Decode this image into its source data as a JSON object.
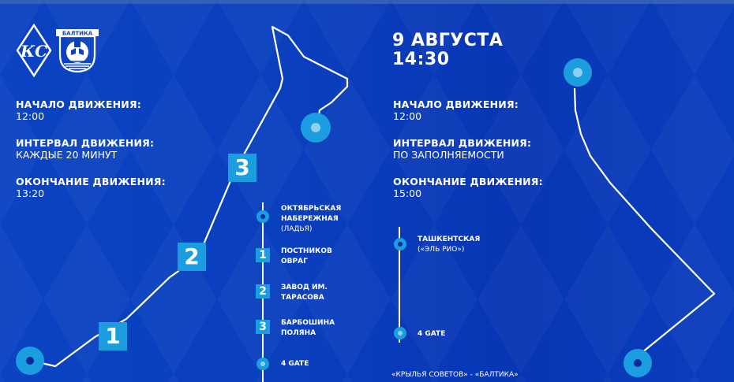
{
  "colors": {
    "background": "#0a3fbe",
    "accent": "#1a9ee0",
    "dot_light": "#8fd0ef",
    "dot_dark": "#0a2a9a",
    "text": "#ffffff"
  },
  "logos": {
    "home_team_icon": "krylia-sovetov-logo",
    "away_team_icon": "baltika-logo",
    "away_team_badge_text": "БАЛТИКА"
  },
  "left_schedule": {
    "start_label": "НАЧАЛО ДВИЖЕНИЯ:",
    "start_value": "12:00",
    "interval_label": "ИНТЕРВАЛ ДВИЖЕНИЯ:",
    "interval_value": "КАЖДЫЕ 20 МИНУТ",
    "end_label": "ОКОНЧАНИЕ ДВИЖЕНИЯ:",
    "end_value": "13:20"
  },
  "match": {
    "date": "9 АВГУСТА",
    "time": "14:30",
    "title": "«КРЫЛЬЯ СОВЕТОВ» - «БАЛТИКА»"
  },
  "right_schedule": {
    "start_label": "НАЧАЛО ДВИЖЕНИЯ:",
    "start_value": "12:00",
    "interval_label": "ИНТЕРВАЛ ДВИЖЕНИЯ:",
    "interval_value": "ПО ЗАПОЛНЯЕМОСТИ",
    "end_label": "ОКОНЧАНИЕ ДВИЖЕНИЯ:",
    "end_value": "15:00"
  },
  "route_map_left": {
    "badges": [
      "1",
      "2",
      "3"
    ]
  },
  "left_route_stops": [
    {
      "marker": "start-dot",
      "name_line1": "ОКТЯБРЬСКАЯ",
      "name_line2": "НАБЕРЕЖНАЯ",
      "sub": "(ЛАДЬЯ)"
    },
    {
      "marker": "1",
      "name_line1": "ПОСТНИКОВ",
      "name_line2": "ОВРАГ",
      "sub": ""
    },
    {
      "marker": "2",
      "name_line1": "ЗАВОД ИМ.",
      "name_line2": "ТАРАСОВА",
      "sub": ""
    },
    {
      "marker": "3",
      "name_line1": "БАРБОШИНА",
      "name_line2": "ПОЛЯНА",
      "sub": ""
    },
    {
      "marker": "end-dot",
      "name_line1": "4 GATE",
      "name_line2": "",
      "sub": ""
    }
  ],
  "right_route_stops": [
    {
      "marker": "start-dot",
      "name_line1": "ТАШКЕНТСКАЯ",
      "sub": "(«ЭЛЬ РИО»)"
    },
    {
      "marker": "end-dot",
      "name_line1": "4 GATE",
      "sub": ""
    }
  ]
}
